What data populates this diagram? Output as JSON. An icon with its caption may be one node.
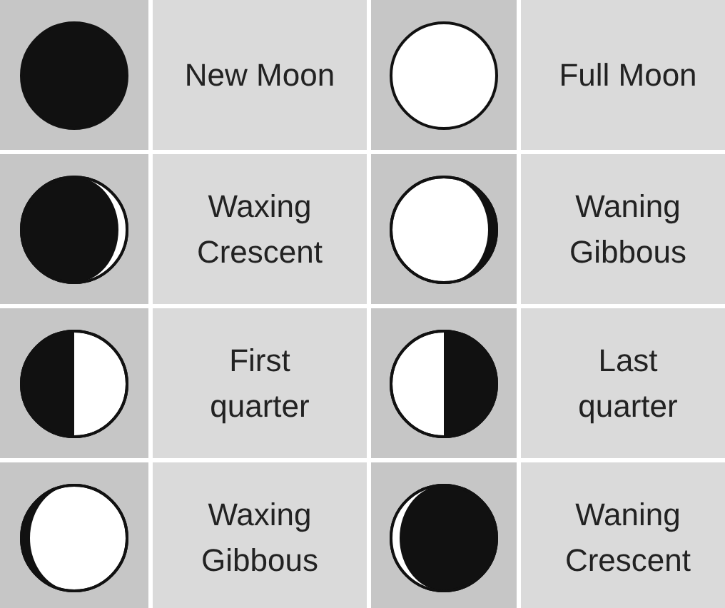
{
  "diagram": {
    "labels": [
      "New Moon",
      "Full Moon",
      "Waxing Crescent",
      "Waning Gibbous",
      "First quarter",
      "Last quarter",
      "Waxing Gibbous",
      "Waning Crescent"
    ]
  }
}
